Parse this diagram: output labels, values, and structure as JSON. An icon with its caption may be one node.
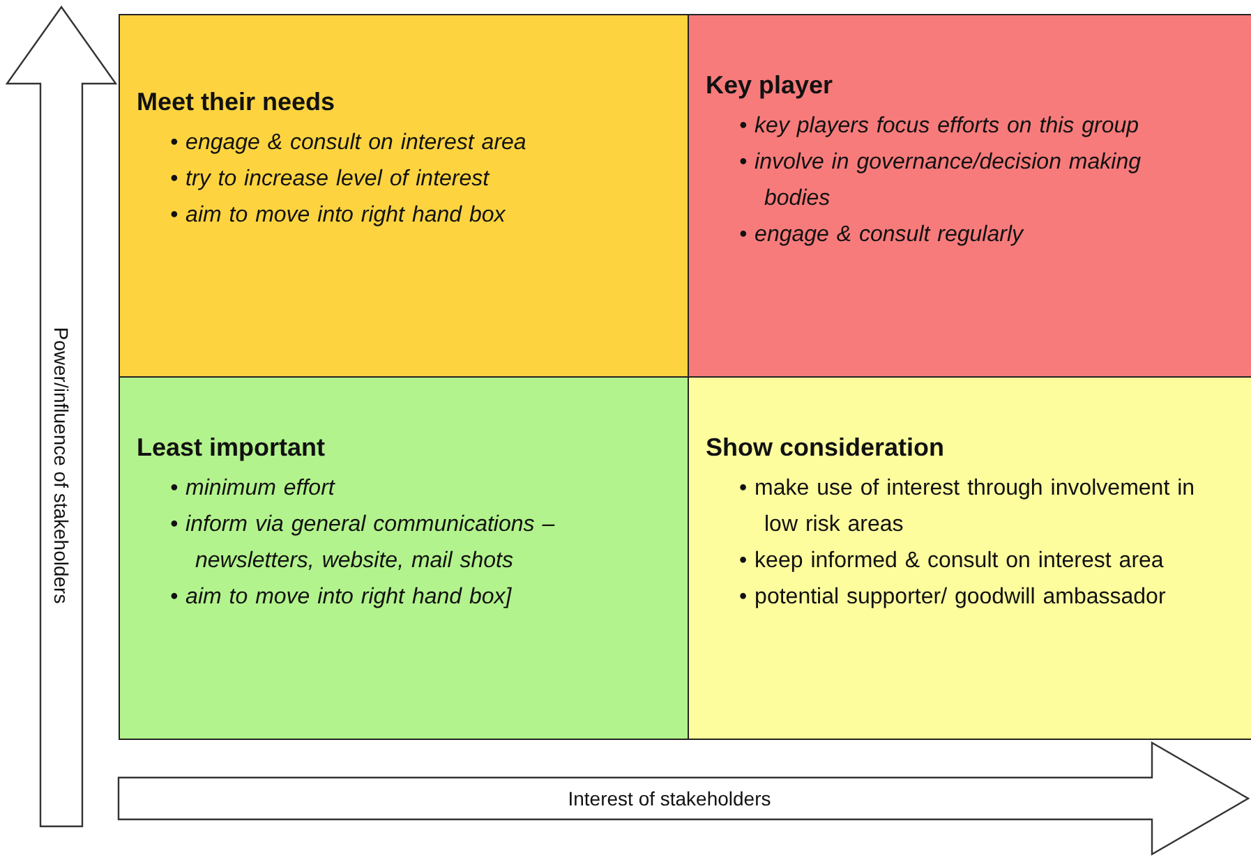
{
  "diagram": {
    "nodes": [
      {
        "text": [
          "Meet their needs",
          "• engage & consult on interest area",
          "• try to increase level of interest",
          "• aim to move into right hand box"
        ]
      },
      {
        "text": [
          "Key player",
          "• key players focus efforts on this group",
          "• involve in governance/decision making bodies",
          "• engage & consult regularly"
        ]
      },
      {
        "text": [
          "Least important",
          "• minimum effort",
          "• inform via general communications – newsletters, website, mail shots",
          "• aim to move into right hand box]"
        ]
      },
      {
        "text": [
          "Show consideration",
          "• make use of interest through involvement in low risk areas",
          "• keep informed & consult on interest area",
          "• potential supporter/ goodwill ambassador"
        ]
      },
      {
        "text": [
          "Power/influence of stakeholders"
        ]
      },
      {
        "text": [
          "Interest of stakeholders"
        ]
      }
    ]
  }
}
